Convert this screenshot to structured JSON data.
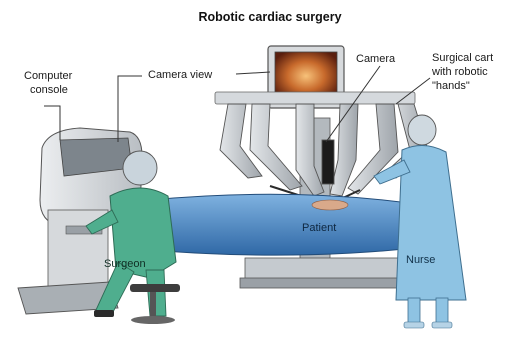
{
  "title": "Robotic cardiac surgery",
  "labels": {
    "computer_console_line1": "Computer",
    "computer_console_line2": "console",
    "camera_view": "Camera view",
    "camera": "Camera",
    "surgical_cart_line1": "Surgical cart",
    "surgical_cart_line2": "with robotic",
    "surgical_cart_line3": "\"hands\"",
    "patient": "Patient",
    "surgeon": "Surgeon",
    "nurse": "Nurse"
  },
  "colors": {
    "gown_green": "#4fae8e",
    "gown_blue": "#8ec3e3",
    "drape_blue": "#3f7fbf",
    "console_gray": "#c9cdd1",
    "arm_gray": "#bfc4c9",
    "line_dark": "#333333"
  }
}
